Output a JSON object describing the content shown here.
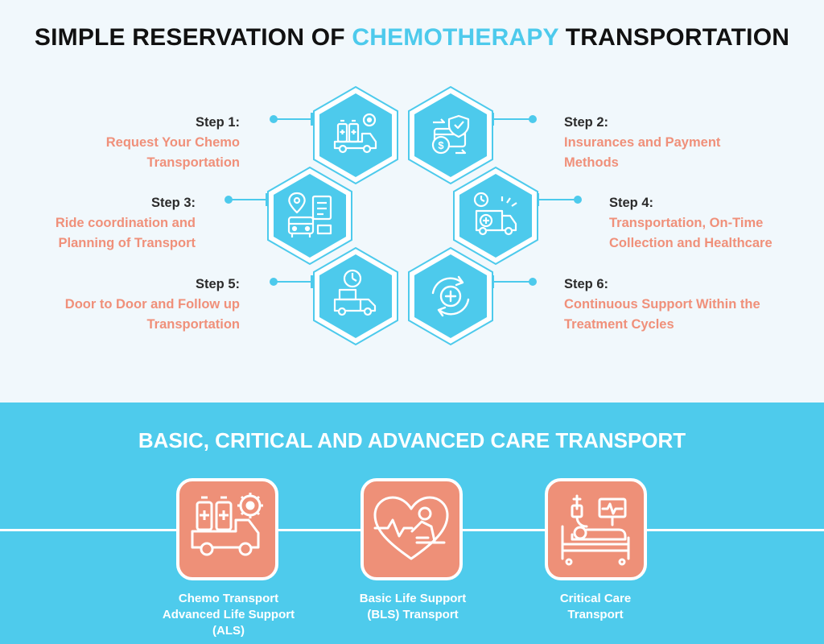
{
  "title": {
    "prefix": "SIMPLE RESERVATION OF ",
    "highlight": "CHEMOTHERAPY",
    "suffix": " TRANSPORTATION"
  },
  "colors": {
    "accent_blue": "#4dcaec",
    "salmon": "#ee9078",
    "dark_text": "#111111",
    "band": "#4ecbec"
  },
  "steps": [
    {
      "label": "Step 1:",
      "line1": "Request Your Chemo",
      "line2": "Transportation",
      "icon": "ambulance-oxygen-icon"
    },
    {
      "label": "Step 2:",
      "line1": "Insurances and Payment",
      "line2": "Methods",
      "icon": "insurance-payment-icon"
    },
    {
      "label": "Step 3:",
      "line1": "Ride coordination and",
      "line2": "Planning of Transport",
      "icon": "route-planning-icon"
    },
    {
      "label": "Step 4:",
      "line1": "Transportation, On-Time",
      "line2": "Collection and Healthcare",
      "icon": "ambulance-clock-icon"
    },
    {
      "label": "Step 5:",
      "line1": "Door to Door and Follow up",
      "line2": "Transportation",
      "icon": "delivery-truck-icon"
    },
    {
      "label": "Step 6:",
      "line1": "Continuous Support Within the",
      "line2": "Treatment Cycles",
      "icon": "medical-cycle-icon"
    }
  ],
  "care": {
    "title": "BASIC, CRITICAL AND ADVANCED CARE TRANSPORT",
    "cards": [
      {
        "line1": "Chemo Transport",
        "line2": "Advanced Life Support",
        "line3": "(ALS)",
        "icon": "chemo-ambulance-icon"
      },
      {
        "line1": "Basic Life Support",
        "line2": "(BLS) Transport",
        "line3": "",
        "icon": "heart-cpr-icon"
      },
      {
        "line1": "Critical Care",
        "line2": "Transport",
        "line3": "",
        "icon": "hospital-bed-icon"
      }
    ]
  }
}
